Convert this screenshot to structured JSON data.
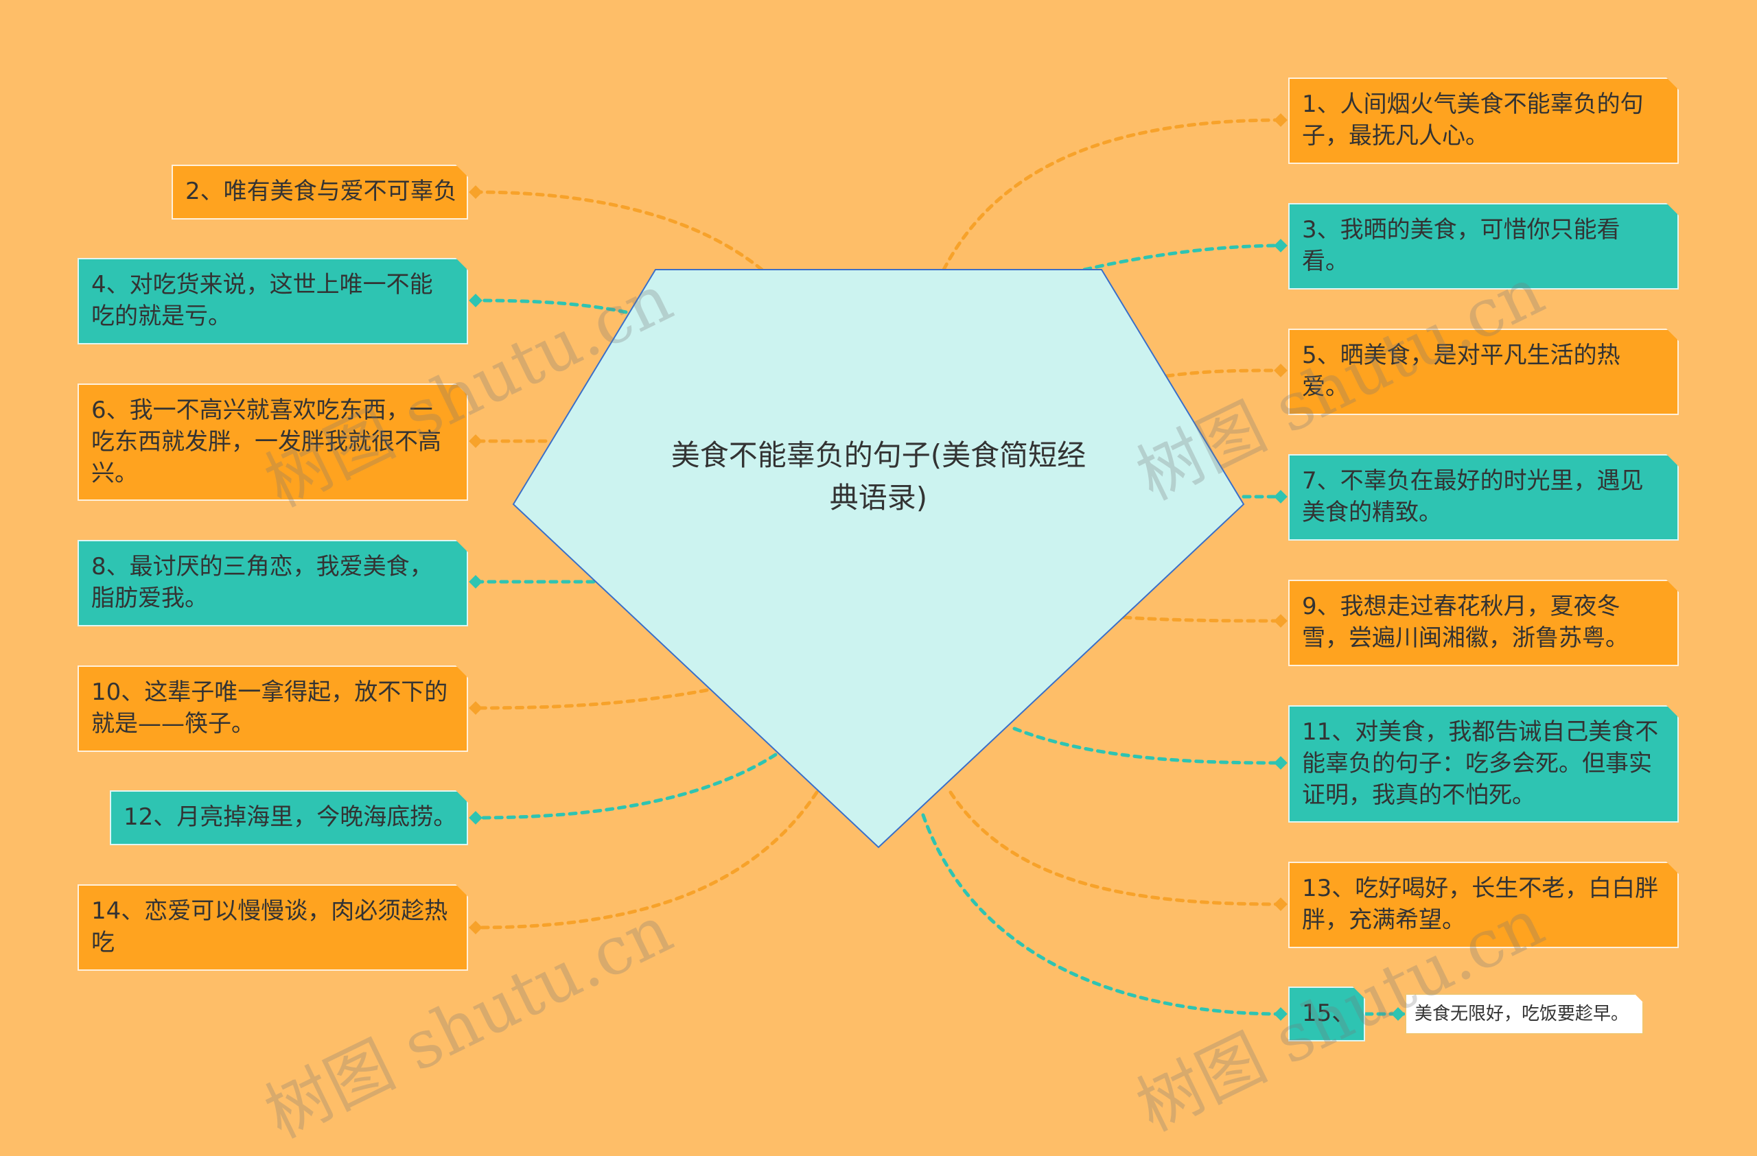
{
  "center": {
    "title": "美食不能辜负的句子(美食简短经典语录)"
  },
  "nodes": [
    {
      "id": "n1",
      "text": "1、人间烟火气美食不能辜负的句子，最抚凡人心。"
    },
    {
      "id": "n2",
      "text": "2、唯有美食与爱不可辜负"
    },
    {
      "id": "n3",
      "text": "3、我晒的美食，可惜你只能看看。"
    },
    {
      "id": "n4",
      "text": "4、对吃货来说，这世上唯一不能吃的就是亏。"
    },
    {
      "id": "n5",
      "text": "5、晒美食，是对平凡生活的热爱。"
    },
    {
      "id": "n6",
      "text": "6、我一不高兴就喜欢吃东西，一吃东西就发胖，一发胖我就很不高兴。"
    },
    {
      "id": "n7",
      "text": "7、不辜负在最好的时光里，遇见美食的精致。"
    },
    {
      "id": "n8",
      "text": "8、最讨厌的三角恋，我爱美食，脂肪爱我。"
    },
    {
      "id": "n9",
      "text": "9、我想走过春花秋月，夏夜冬雪，尝遍川闽湘徽，浙鲁苏粤。"
    },
    {
      "id": "n10",
      "text": "10、这辈子唯一拿得起，放不下的就是——筷子。"
    },
    {
      "id": "n11",
      "text": "11、对美食，我都告诫自己美食不能辜负的句子：吃多会死。但事实证明，我真的不怕死。"
    },
    {
      "id": "n12",
      "text": "12、月亮掉海里，今晚海底捞。"
    },
    {
      "id": "n13",
      "text": "13、吃好喝好，长生不老，白白胖胖，充满希望。"
    },
    {
      "id": "n14",
      "text": "14、恋爱可以慢慢谈，肉必须趁热吃"
    },
    {
      "id": "n15",
      "text": "15、"
    }
  ],
  "leaf": {
    "text": "美食无限好，吃饭要趁早。"
  },
  "watermark": {
    "text": "树图 shutu.cn"
  },
  "colors": {
    "background": "#FEBE68",
    "orange": "#FFA31F",
    "teal": "#2EC4B2",
    "center_fill": "#CCF3F0",
    "center_stroke": "#3A6FC8"
  }
}
